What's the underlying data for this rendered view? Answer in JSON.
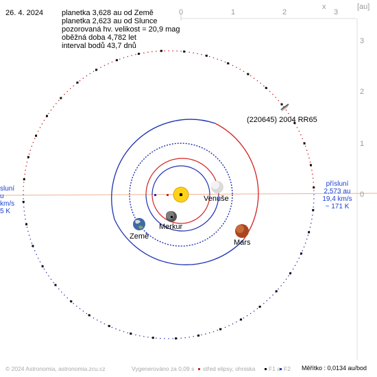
{
  "date": "26. 4. 2024",
  "info_lines": [
    "planetka 3,628 au od Země",
    "planetka 2,623 au od Slunce",
    "pozorovaná hv. velikost = 20,9 mag",
    "oběžná doba 4,782 let",
    "interval bodů 43,7 dnů"
  ],
  "top_axis": {
    "ticks": [
      "0",
      "1",
      "2",
      "3"
    ],
    "x_label": "x",
    "unit": "[au]"
  },
  "right_axis": {
    "ticks": [
      "3",
      "2",
      "1",
      "0"
    ]
  },
  "asteroid_name": "(220645) 2004 RR65",
  "perihelion": {
    "title": "přísluní",
    "dist": "2,573 au",
    "speed": "19,4 km/s",
    "temp": "~ 171 K"
  },
  "aphelion_partial": {
    "title": "sluní",
    "dist": "u",
    "speed": "km/s",
    "temp": "5 K"
  },
  "planets": [
    {
      "name": "Merkur",
      "color": "#6f6f6f"
    },
    {
      "name": "Venuše",
      "color": "#e6e6e6"
    },
    {
      "name": "Země",
      "color": "#4a6fa8"
    },
    {
      "name": "Mars",
      "color": "#b5532a"
    }
  ],
  "colors": {
    "inner_orbit_red": "#d42020",
    "orbit_blue": "#1c2fb0",
    "asteroid_red": "#c21515",
    "asteroid_blue": "#1a2fa0",
    "apsis_line": "#f0b090",
    "sun": "#ffd21a"
  },
  "footer": {
    "copyright": "© 2024 Astronomia, astronomia.zcu.cz",
    "generated": "Vygenerováno za 0,09 s",
    "legend_center": "střed elipsy, ohniska",
    "legend_f1": "F1 a",
    "legend_f2": "F2",
    "scale": "Měřítko : 0,0134 au/bod"
  }
}
